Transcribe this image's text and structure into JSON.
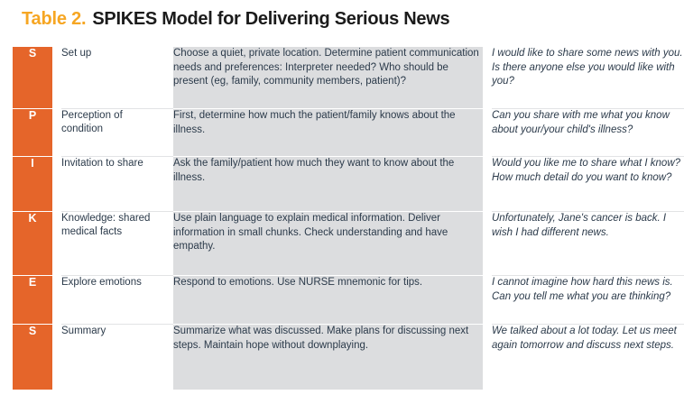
{
  "title": {
    "label": "Table 2.",
    "main": "SPIKES Model for Delivering Serious News"
  },
  "colors": {
    "accent_orange": "#e5652a",
    "title_amber": "#f6a623",
    "cell_gray": "#dcdddf",
    "text": "#2b3a4a"
  },
  "table": {
    "rows": [
      {
        "letter": "S",
        "phase": "Set up",
        "action": "Choose a quiet, private location. Determine patient communication needs and preferences: Interpreter needed? Who should be present (eg, family, community members, patient)?",
        "phrase": "I would like to share some news with you. Is there anyone else you would like with you?"
      },
      {
        "letter": "P",
        "phase": "Perception of condition",
        "action": "First, determine how much the patient/family knows about the illness.",
        "phrase": "Can you share with me what you know about your/your child's illness?"
      },
      {
        "letter": "I",
        "phase": "Invitation to share",
        "action": "Ask the family/patient how much they want to know about the illness.",
        "phrase": "Would you like me to share what I know? How much detail do you want to know?"
      },
      {
        "letter": "K",
        "phase": "Knowledge: shared medical facts",
        "action": "Use plain language to explain medical information. Deliver information in small chunks. Check understanding and have empathy.",
        "phrase": "Unfortunately, Jane's cancer is back. I wish I had different news."
      },
      {
        "letter": "E",
        "phase": "Explore emotions",
        "action": "Respond to emotions. Use NURSE mnemonic for tips.",
        "phrase": "I cannot imagine how hard this news is. Can you tell me what you are thinking?"
      },
      {
        "letter": "S",
        "phase": "Summary",
        "action": "Summarize what was discussed. Make plans for discussing next steps. Maintain hope without downplaying.",
        "phrase": "We talked about a lot today. Let us meet again tomorrow and discuss next steps."
      }
    ]
  }
}
